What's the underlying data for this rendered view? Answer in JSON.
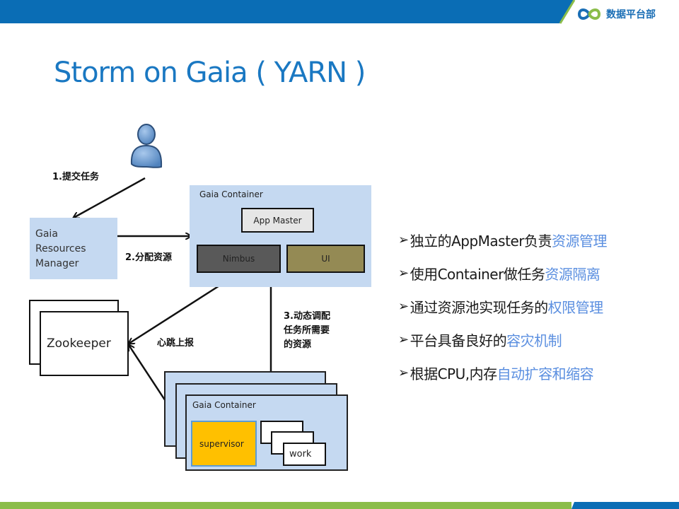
{
  "header": {
    "logo_icon": "infinity-loop-icon",
    "logo_text": "数据平台部",
    "colors": {
      "blue": "#0a6db5",
      "green": "#8bbd4a"
    }
  },
  "title": "Storm on Gaia ( YARN )",
  "diagram": {
    "user_icon": "user-icon",
    "steps": {
      "submit": "1.提交任务",
      "allocate": "2.分配资源",
      "dynamic_line1": "3.动态调配",
      "dynamic_line2": "任务所需要",
      "dynamic_line3": "的资源",
      "heartbeat": "心跳上报"
    },
    "resource_manager": {
      "line1": "Gaia",
      "line2": "Resources",
      "line3": "Manager"
    },
    "master_container": {
      "title": "Gaia Container",
      "app_master": "App Master",
      "nimbus": "Nimbus",
      "ui": "UI"
    },
    "zookeeper": "Zookeeper",
    "worker_container": {
      "title": "Gaia Container",
      "supervisor": "supervisor",
      "work": "work"
    }
  },
  "bullets": [
    {
      "marker": "➢",
      "text": "独立的AppMaster负责",
      "highlight": "资源管理"
    },
    {
      "marker": "➢",
      "text": "使用Container做任务",
      "highlight": "资源隔离"
    },
    {
      "marker": "➢",
      "text": "通过资源池实现任务的",
      "highlight": "权限管理"
    },
    {
      "marker": "➢",
      "text": "平台具备良好的",
      "highlight": "容灾机制"
    },
    {
      "marker": "➢",
      "text": "根据CPU,内存",
      "highlight": "自动扩容和缩容"
    }
  ]
}
